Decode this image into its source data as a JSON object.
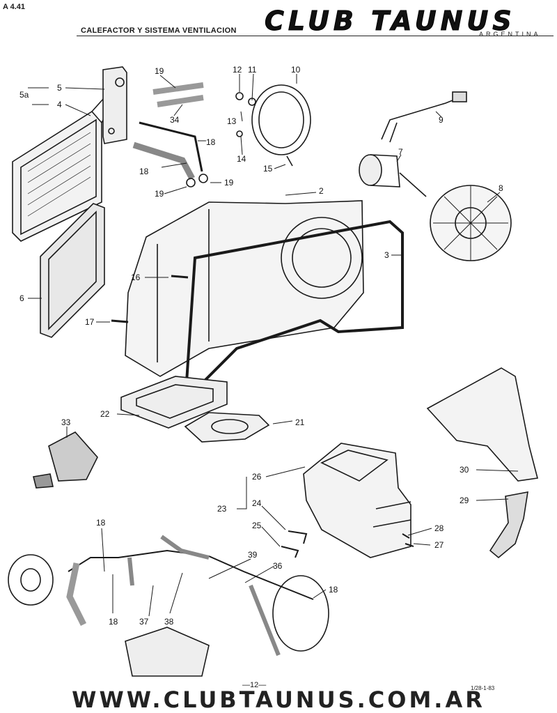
{
  "header": {
    "page_code": "A 4.41",
    "title": "CALEFACTOR Y SISTEMA VENTILACION",
    "brand": "CLUB TAUNUS",
    "brand_sub": "ARGENTINA"
  },
  "callouts": {
    "c5": "5",
    "c5a": "5a",
    "c4": "4",
    "c6": "6",
    "c19a": "19",
    "c34": "34",
    "c18a": "18",
    "c18b": "18",
    "c19b": "19",
    "c19c": "19",
    "c12": "12",
    "c11": "11",
    "c10": "10",
    "c13": "13",
    "c14": "14",
    "c15": "15",
    "c9": "9",
    "c7": "7",
    "c8": "8",
    "c2": "2",
    "c3": "3",
    "c16": "16",
    "c17": "17",
    "c22": "22",
    "c21": "21",
    "c33": "33",
    "c30": "30",
    "c29": "29",
    "c26": "26",
    "c23": "23",
    "c24": "24",
    "c25": "25",
    "c28": "28",
    "c27": "27",
    "c18c": "18",
    "c18d": "18",
    "c37": "37",
    "c38": "38",
    "c39": "39",
    "c36": "36",
    "c18e": "18"
  },
  "footer": {
    "page": "—12—",
    "code": "1/28-1-83",
    "url": "WWW.CLUBTAUNUS.COM.AR"
  }
}
